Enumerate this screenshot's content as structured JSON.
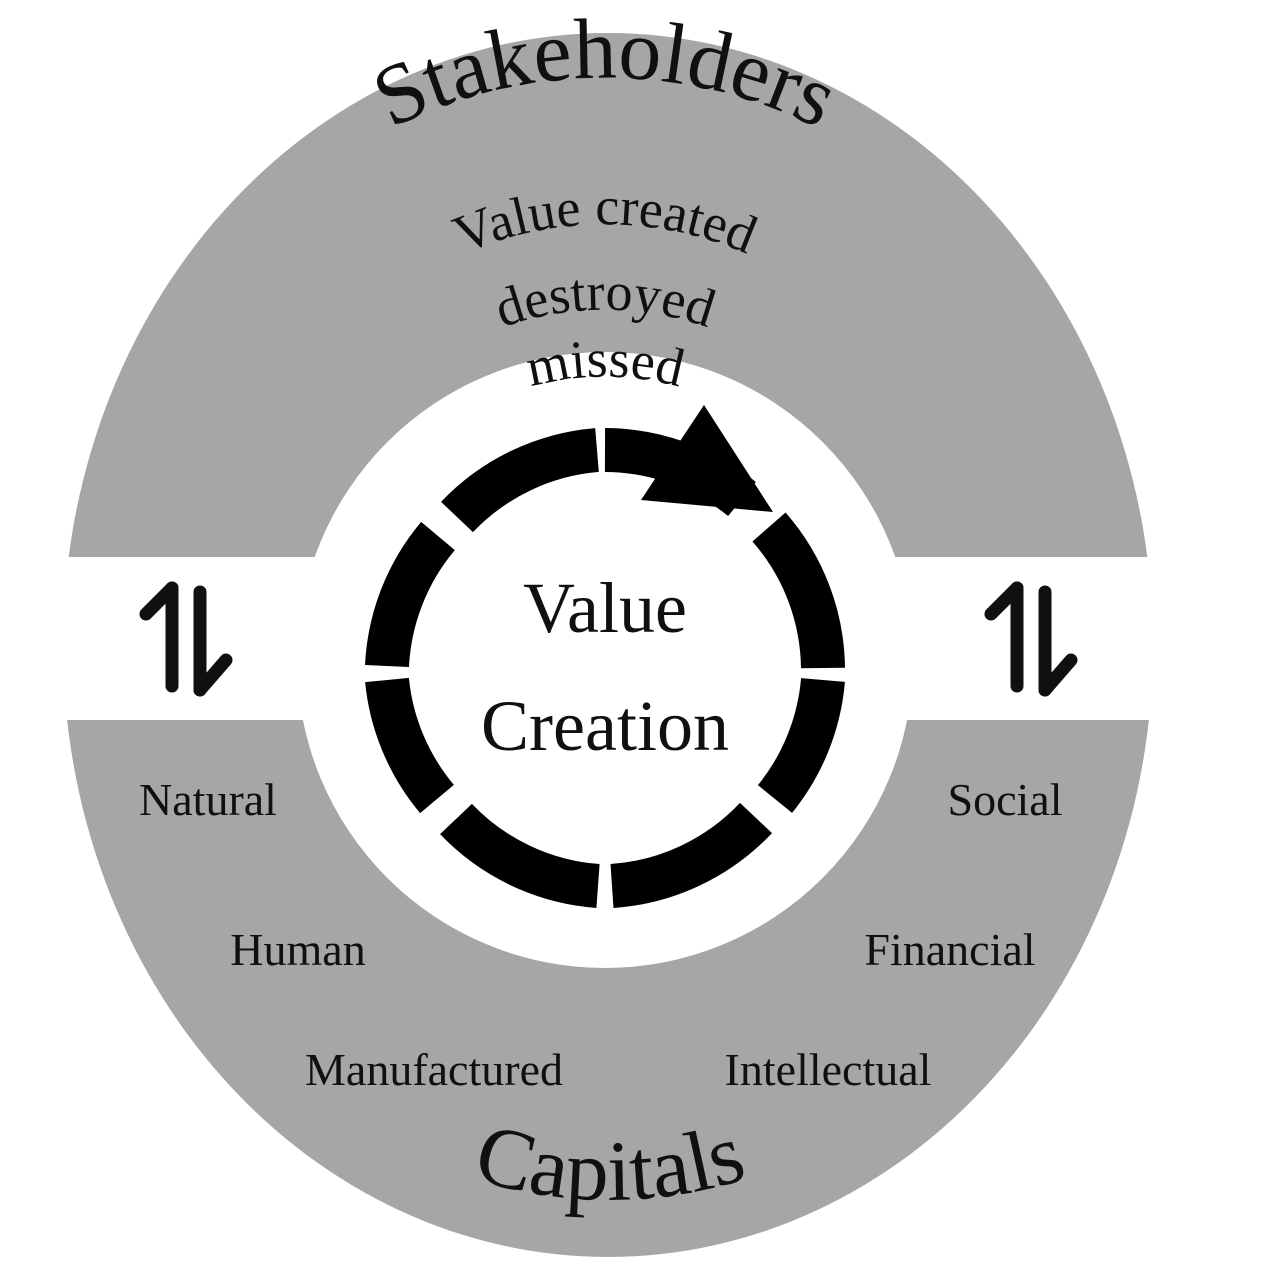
{
  "diagram": {
    "title": "Value creation cycle between stakeholders and capitals",
    "colors": {
      "background": "#ffffff",
      "ring_fill": "#a6a6a6",
      "ink": "#101010",
      "inner_disc": "#ffffff",
      "cycle_arrow": "#000000"
    },
    "top_section": {
      "heading": "Stakeholders",
      "lines": [
        "Value created",
        "destroyed",
        "missed"
      ]
    },
    "bottom_section": {
      "heading": "Capitals",
      "labels": {
        "left_upper": "Natural",
        "right_upper": "Social",
        "left_mid": "Human",
        "right_mid": "Financial",
        "left_lower": "Manufactured",
        "right_lower": "Intellectual"
      }
    },
    "center": {
      "line1": "Value",
      "line2": "Creation"
    },
    "connectors": {
      "left_icon": "up-down-arrows-icon",
      "right_icon": "up-down-arrows-icon"
    },
    "cycle": {
      "icon": "clockwise-cycle-arrow-icon",
      "segment_count": 8,
      "direction": "clockwise"
    }
  }
}
